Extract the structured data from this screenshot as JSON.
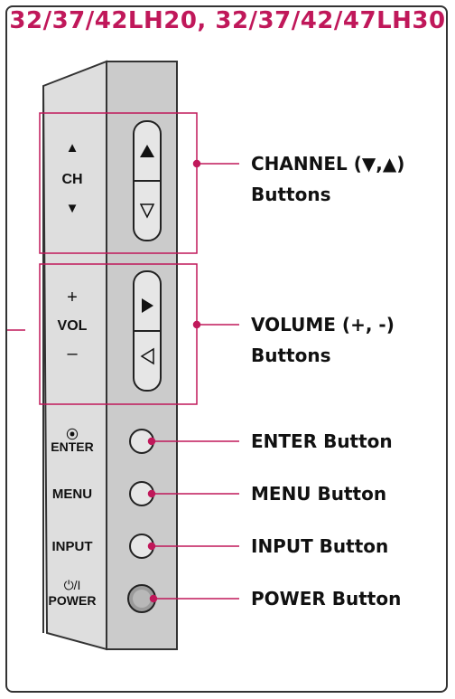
{
  "title": "32/37/42LH20, 32/37/42/47LH30",
  "panel": {
    "ch_up": "▲",
    "ch_label": "CH",
    "ch_down": "▼",
    "vol_plus": "+",
    "vol_label": "VOL",
    "vol_minus": "–",
    "enter_symbol": "⦿",
    "enter_label": "ENTER",
    "menu_label": "MENU",
    "input_label": "INPUT",
    "power_symbol": "⏻/I",
    "power_label": "POWER"
  },
  "callouts": {
    "channel_line1": "CHANNEL (▼,▲)",
    "channel_line2": "Buttons",
    "volume_line1": "VOLUME (+, -)",
    "volume_line2": "Buttons",
    "enter": "ENTER Button",
    "menu": "MENU Button",
    "input": "INPUT Button",
    "power": "POWER Button"
  },
  "colors": {
    "accent": "#c0185a",
    "panel_light": "#dcdcdc",
    "panel_dark": "#c7c7c7"
  }
}
